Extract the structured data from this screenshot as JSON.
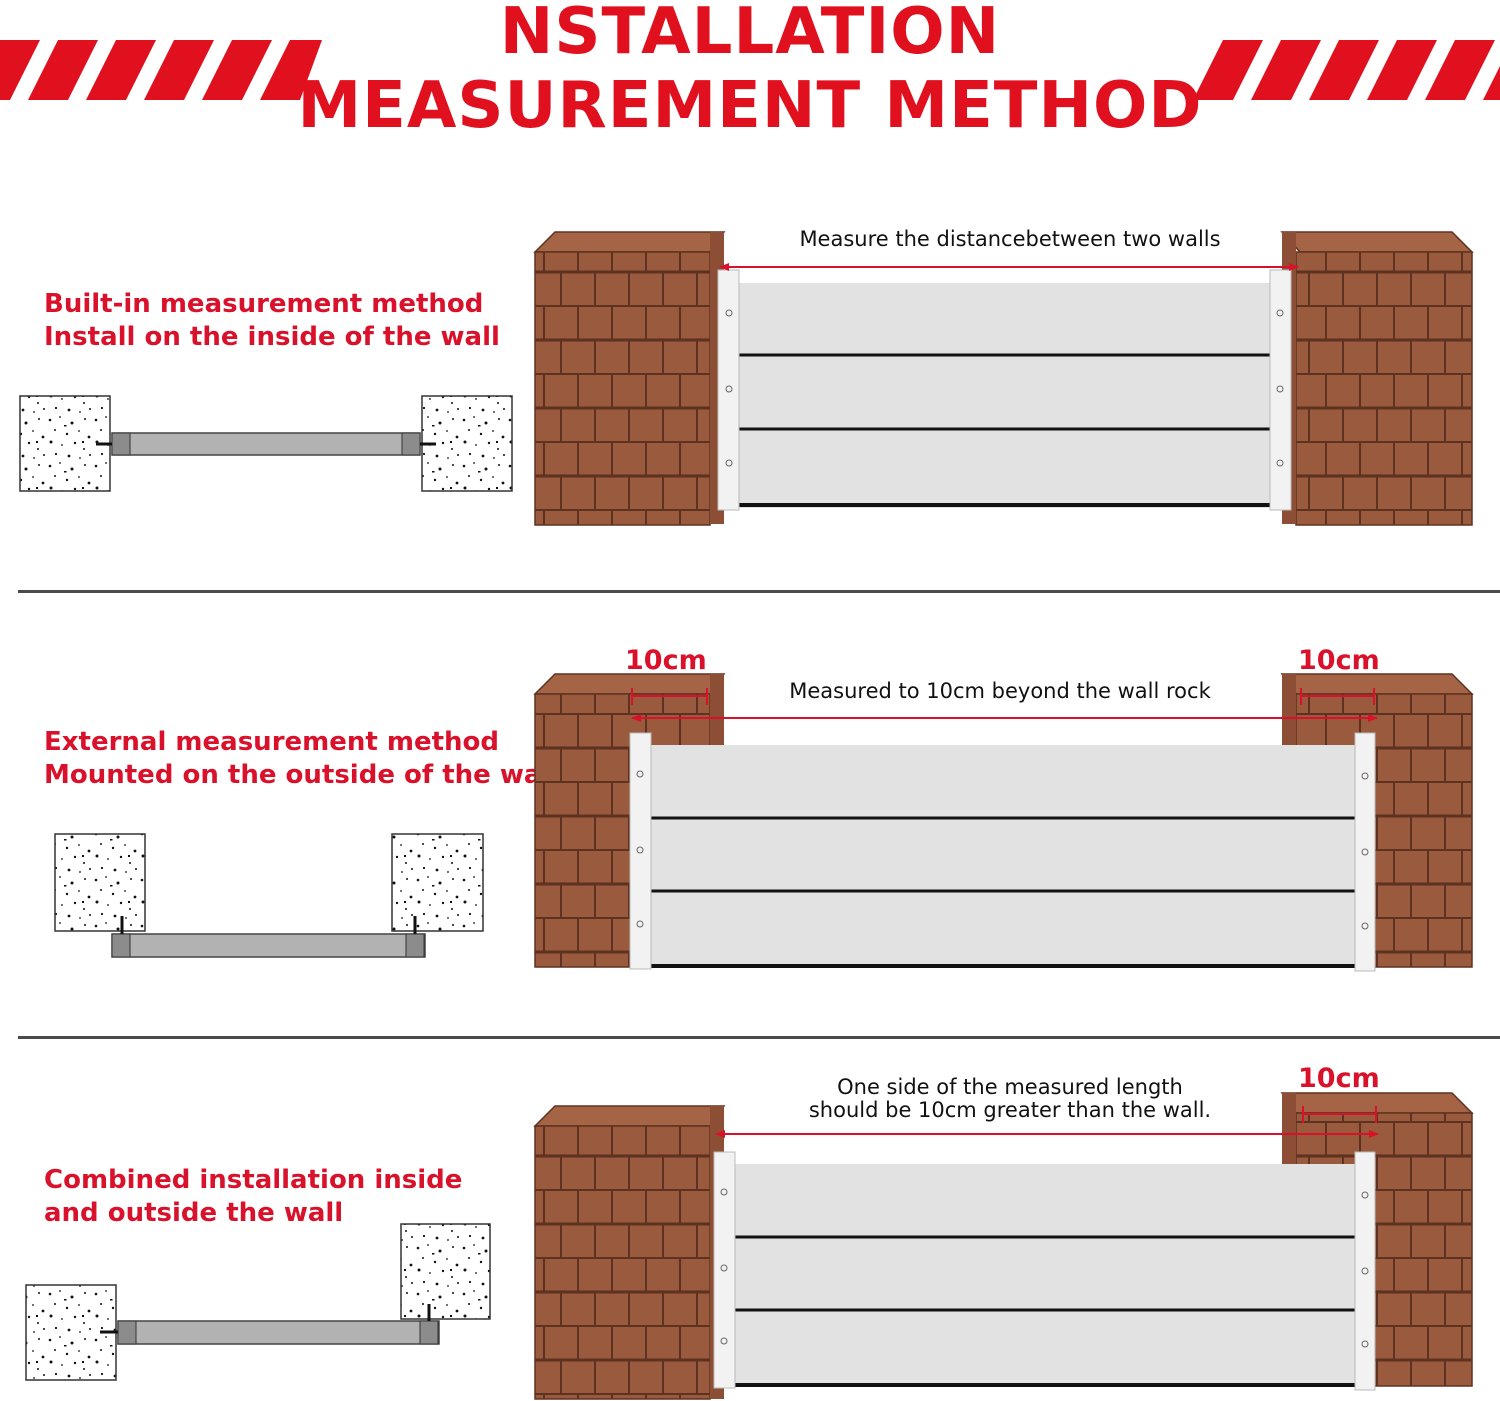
{
  "header": {
    "title_line1": "NSTALLATION",
    "title_line2": "MEASUREMENT METHOD"
  },
  "colors": {
    "accent_red": "#e0101e",
    "brick": "#9a5a3d",
    "mortar": "#5e3220",
    "panel": "#e2e2e2",
    "post": "#f2f2f2"
  },
  "sections": [
    {
      "method_line1": "Built-in measurement method",
      "method_line2": "Install on the inside of the wall",
      "annotation": "Measure the distancebetween two walls"
    },
    {
      "method_line1": "External measurement method",
      "method_line2": "Mounted on the outside of the wall",
      "annotation": "Measured to 10cm beyond the wall rock",
      "left_offset": "10cm",
      "right_offset": "10cm"
    },
    {
      "method_line1": "Combined installation inside",
      "method_line2": "and outside the wall",
      "annotation_line1": "One side of the measured length",
      "annotation_line2": "should be 10cm greater than the wall.",
      "right_offset": "10cm"
    }
  ]
}
